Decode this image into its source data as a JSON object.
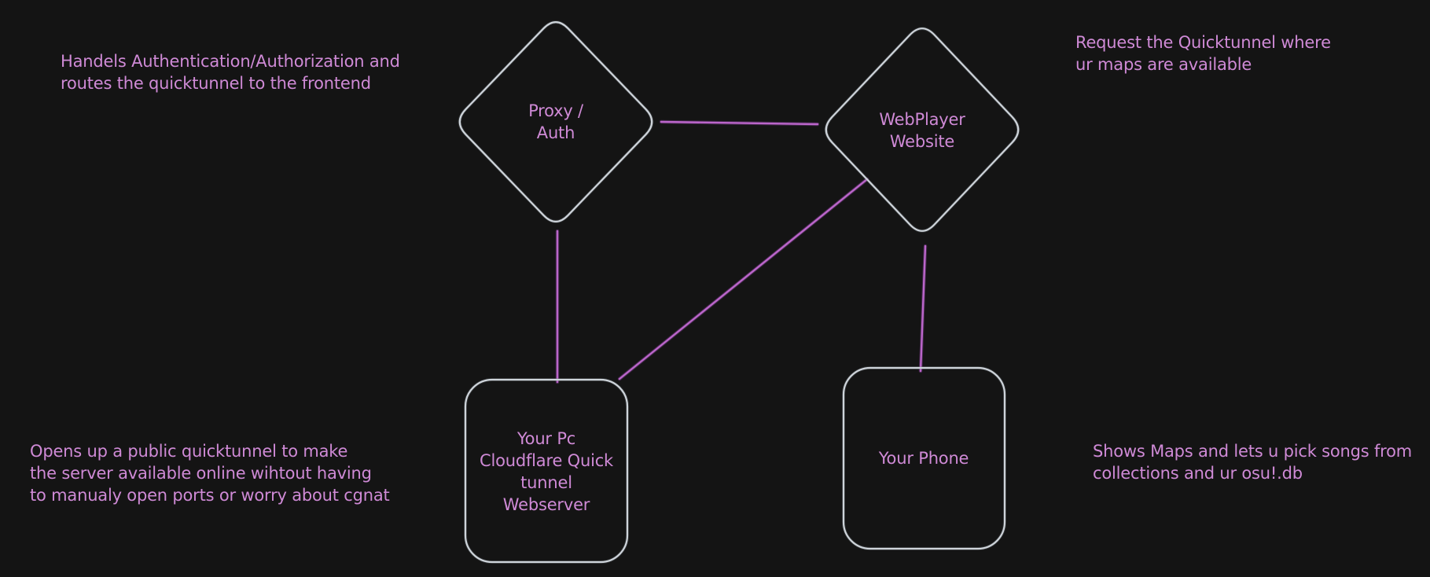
{
  "canvas": {
    "background": "#141414"
  },
  "colors": {
    "bg": "#141414",
    "text": "#cf8ad6",
    "shape_stroke": "#ced4da",
    "connector": "#bb66ca"
  },
  "annotations": {
    "top_left": {
      "text": "Handels Authentication/Authorization and\nroutes the quicktunnel to the frontend"
    },
    "top_right": {
      "text": "Request the Quicktunnel where\nur maps are available"
    },
    "bottom_left": {
      "text": "Opens up a public quicktunnel to make\nthe server available online wihtout having\nto manualy open ports or worry about cgnat"
    },
    "bottom_right": {
      "text": "Shows Maps and lets u pick songs from\ncollections and ur osu!.db"
    }
  },
  "nodes": {
    "proxy_auth": {
      "label": "Proxy /\nAuth",
      "shape": "diamond"
    },
    "webplayer": {
      "label": "WebPlayer\nWebsite",
      "shape": "diamond"
    },
    "your_pc": {
      "label": "Your Pc\nCloudflare Quick\ntunnel\nWebserver",
      "shape": "rounded-rectangle"
    },
    "your_phone": {
      "label": "Your Phone",
      "shape": "rounded-rectangle"
    }
  },
  "edges": [
    {
      "from": "proxy_auth",
      "to": "webplayer"
    },
    {
      "from": "proxy_auth",
      "to": "your_pc"
    },
    {
      "from": "webplayer",
      "to": "your_pc"
    },
    {
      "from": "webplayer",
      "to": "your_phone"
    }
  ]
}
